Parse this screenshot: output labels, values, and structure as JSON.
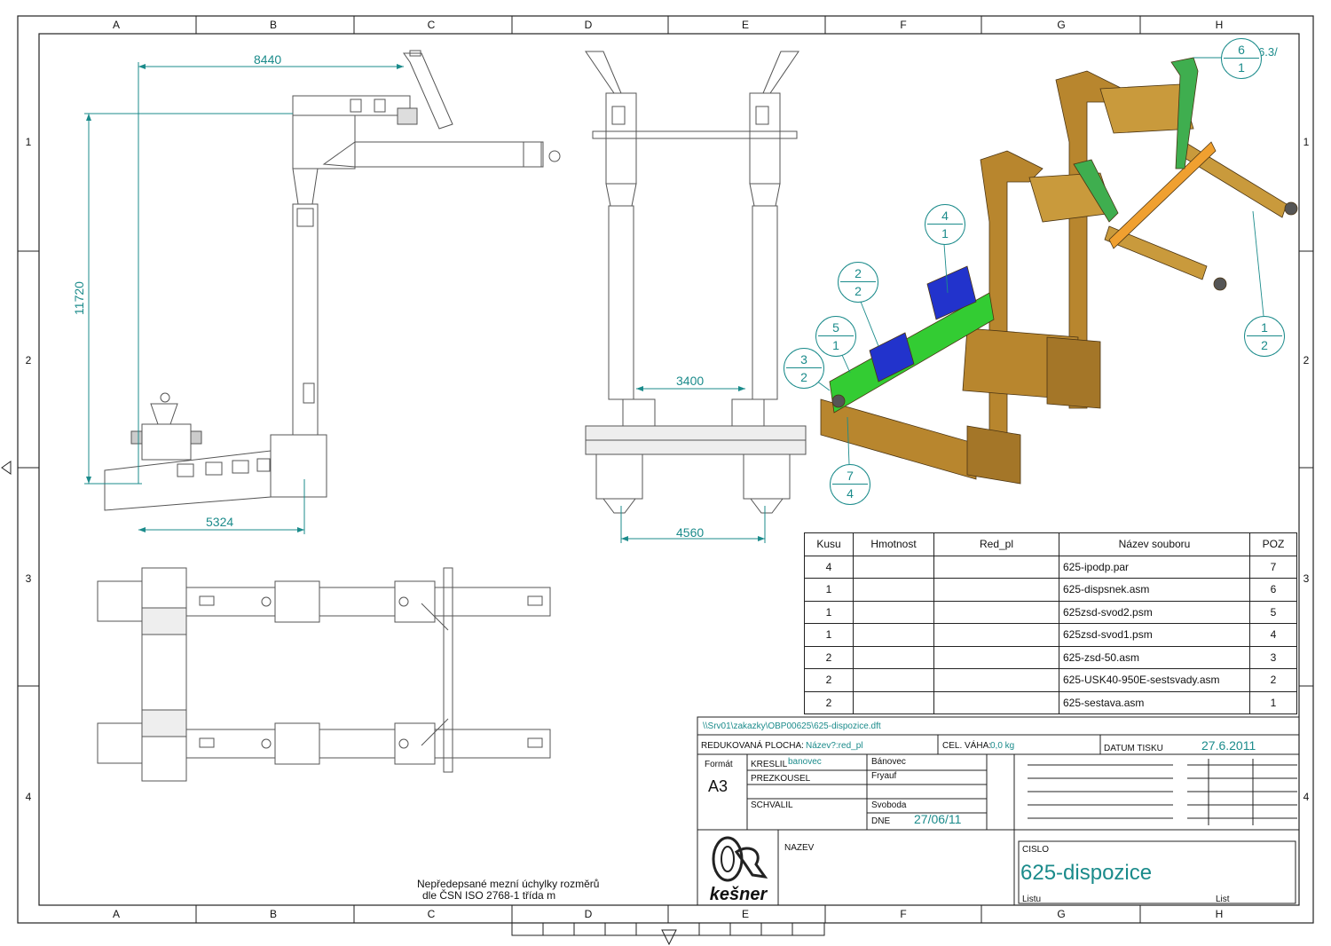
{
  "zones": {
    "columns": [
      "A",
      "B",
      "C",
      "D",
      "E",
      "F",
      "G",
      "H"
    ],
    "rows": [
      "1",
      "2",
      "3",
      "4"
    ]
  },
  "dimensions": {
    "side_width": "8440",
    "side_height": "11720",
    "side_base": "5324",
    "front_inner": "3400",
    "front_outer": "4560"
  },
  "balloons": [
    {
      "top": "6",
      "bottom": "1"
    },
    {
      "top": "4",
      "bottom": "1"
    },
    {
      "top": "2",
      "bottom": "2"
    },
    {
      "top": "5",
      "bottom": "1"
    },
    {
      "top": "3",
      "bottom": "2"
    },
    {
      "top": "7",
      "bottom": "4"
    },
    {
      "top": "1",
      "bottom": "2"
    }
  ],
  "corner_mark": "6.3/",
  "bom": {
    "headers": [
      "Kusu",
      "Hmotnost",
      "Red_pl",
      "Název souboru",
      "POZ"
    ],
    "rows": [
      [
        "4",
        "",
        "",
        "625-ipodp.par",
        "7"
      ],
      [
        "1",
        "",
        "",
        "625-dispsnek.asm",
        "6"
      ],
      [
        "1",
        "",
        "",
        "625zsd-svod2.psm",
        "5"
      ],
      [
        "1",
        "",
        "",
        "625zsd-svod1.psm",
        "4"
      ],
      [
        "2",
        "",
        "",
        "625-zsd-50.asm",
        "3"
      ],
      [
        "2",
        "",
        "",
        "625-USK40-950E-sestsvady.asm",
        "2"
      ],
      [
        "2",
        "",
        "",
        "625-sestava.asm",
        "1"
      ]
    ]
  },
  "title_block": {
    "path": "\\\\Srv01\\zakazky\\OBP00625\\625-dispozice.dft",
    "reduced_label": "REDUKOVANÁ PLOCHA:",
    "reduced_value": "Název?:red_pl",
    "weight_label": "CEL. VÁHA:",
    "weight_value": "0,0 kg",
    "print_date_label": "DATUM TISKU",
    "print_date": "27.6.2011",
    "format_label": "Formát",
    "format_value": "A3",
    "drawn_label": "KRESLIL",
    "drawn_login": "banovec",
    "drawn_name": "Bánovec",
    "checked_label": "PREZKOUSEL",
    "checked_name": "Fryauf",
    "approved_label": "SCHVALIL",
    "approved_name": "Svoboda",
    "date_label": "DNE",
    "date_value": "27/06/11",
    "name_label": "NAZEV",
    "number_label": "CISLO",
    "number_value": "625-dispozice",
    "sheet_label": "Listu",
    "list_label": "List",
    "logo_text": "kešner"
  },
  "note": {
    "line1": "Nepředepsané mezní úchylky rozměrů",
    "line2": "dle ČSN ISO 2768-1  třída m"
  },
  "colors": {
    "dimension": "#1b8b8b",
    "steel_brown": "#b8862e",
    "motor_blue": "#2233cc",
    "frame_green": "#33cc33",
    "pipe_orange": "#f0a030",
    "chute_green": "#3fae4f"
  }
}
